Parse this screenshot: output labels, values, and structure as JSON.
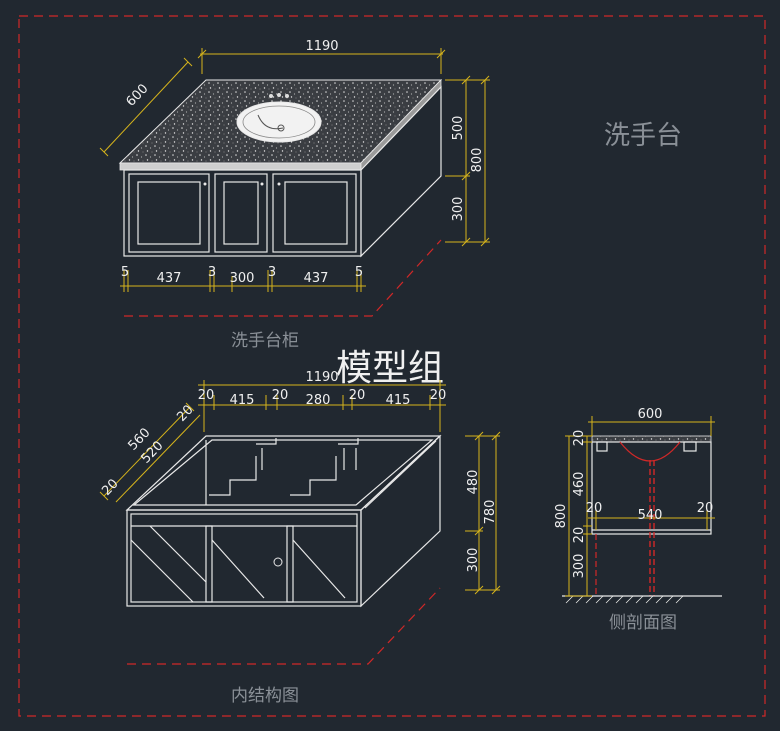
{
  "labels": {
    "main_title": "洗手台",
    "cabinet_caption": "洗手台柜",
    "model_group": "模型组",
    "inner_caption": "内结构图",
    "section_caption": "侧剖面图"
  },
  "cabinet": {
    "width": "1190",
    "depth": "600",
    "h_top": "500",
    "h_bottom": "300",
    "h_total": "800",
    "seg_a": "5",
    "seg_b": "437",
    "seg_c": "3",
    "seg_d": "300",
    "seg_e": "3",
    "seg_f": "437",
    "seg_g": "5"
  },
  "inner": {
    "width": "1190",
    "seg1": "20",
    "seg2": "415",
    "seg3": "20",
    "seg4": "280",
    "seg5": "20",
    "seg6": "415",
    "seg7": "20",
    "depth_total": "560",
    "depth_inner": "520",
    "depth_a": "20",
    "depth_b": "20",
    "h_top": "480",
    "h_total": "780",
    "h_bottom": "300"
  },
  "section": {
    "width": "600",
    "inner_width": "540",
    "left_gap": "20",
    "right_gap": "20",
    "top": "20",
    "upper": "460",
    "total": "800",
    "mid": "20",
    "lower": "300"
  },
  "colors": {
    "background": "#212830",
    "border": "#d02828",
    "dimension": "#d6b41c",
    "linework": "#e8e8e8",
    "caption": "#8a9097"
  }
}
